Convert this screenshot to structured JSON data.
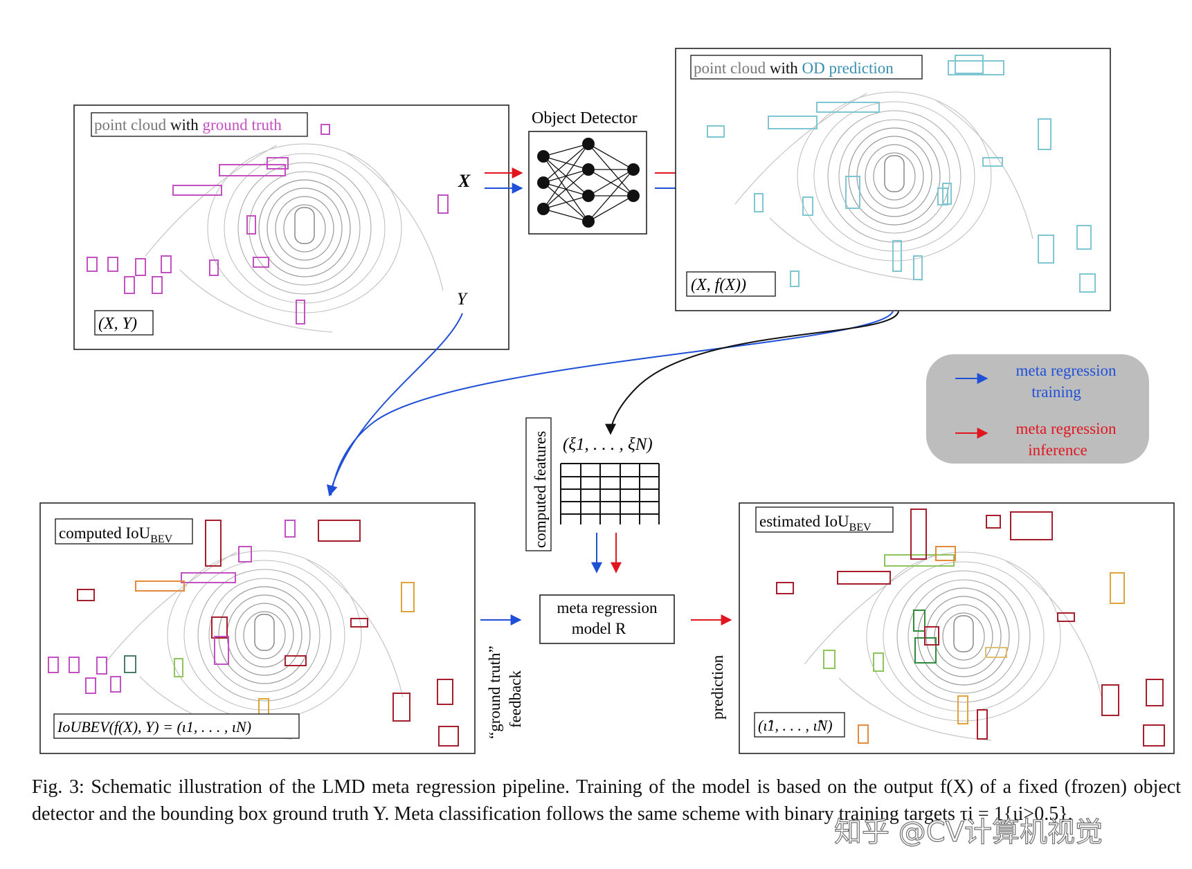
{
  "panels": {
    "gt": {
      "label_parts": [
        "point cloud",
        " with ",
        "ground truth"
      ],
      "pair": "(X, Y)"
    },
    "od": {
      "title": "Object Detector",
      "input": "X"
    },
    "pred": {
      "label_parts": [
        "point cloud",
        " with ",
        "OD prediction"
      ],
      "pair": "(X, f(X))"
    },
    "y_label": "Y",
    "computed": {
      "label": "computed IoU",
      "label_sub": "BEV",
      "formula": "IoUBEV(f(X), Y) = (ι1, . . . , ιN)"
    },
    "features": {
      "vertical_label": "computed features",
      "tuple": "(ξ1, . . . , ξN)"
    },
    "meta_model": {
      "line1": "meta regression",
      "line2": "model R"
    },
    "feedback_label_1": "“ground truth”",
    "feedback_label_2": "feedback",
    "prediction_label": "prediction",
    "estimated": {
      "label": "estimated IoU",
      "label_sub": "BEV",
      "tuple": "(ι̂1, . . . , ι̂N)"
    },
    "legend": {
      "training_1": "meta regression",
      "training_2": "training",
      "inference_1": "meta regression",
      "inference_2": "inference",
      "training_color": "#1f4fd6",
      "inference_color": "#e0151f"
    }
  },
  "caption": "Fig. 3: Schematic illustration of the LMD meta regression pipeline. Training of the model is based on the output f(X) of a fixed (frozen) object detector and the bounding box ground truth Y. Meta classification follows the same scheme with binary training targets τi = 1{ιi>0.5}.",
  "watermark": "知乎 @CV计算机视觉",
  "colors": {
    "gt_magenta": "#c34fc0",
    "pred_cyan": "#7fc6d3",
    "arrow_blue": "#1f4fd6",
    "arrow_red": "#e0151f",
    "grey_text": "#777777"
  }
}
